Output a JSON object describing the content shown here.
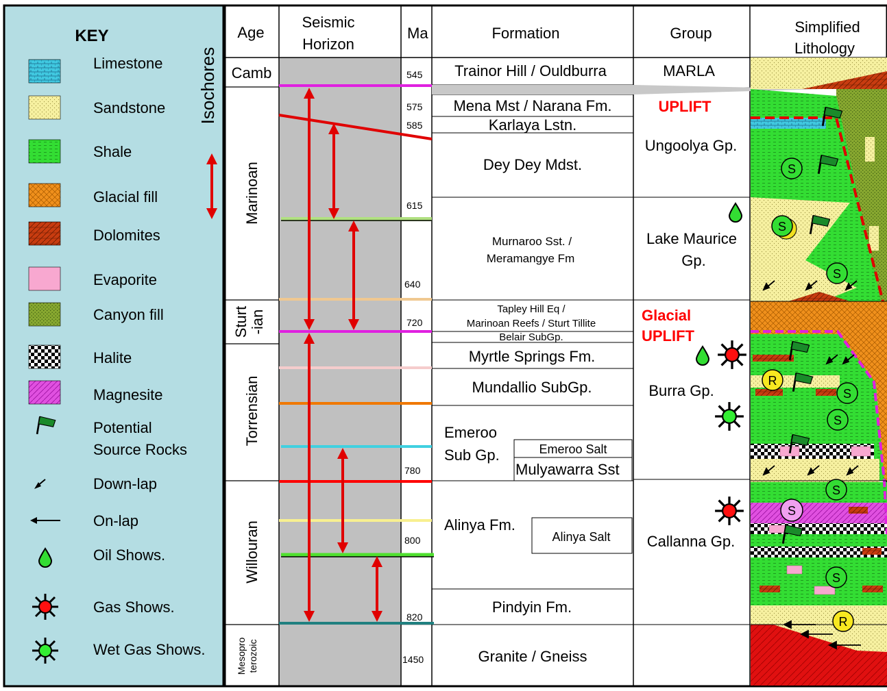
{
  "key": {
    "title": "KEY",
    "isochores_label": "Isochores",
    "items": [
      {
        "label": "Limestone",
        "icon": "limestone-swatch"
      },
      {
        "label": "Sandstone",
        "icon": "sandstone-swatch"
      },
      {
        "label": "Shale",
        "icon": "shale-swatch"
      },
      {
        "label": "Glacial fill",
        "icon": "glacial-fill-swatch"
      },
      {
        "label": "Dolomites",
        "icon": "dolomites-swatch"
      },
      {
        "label": "Evaporite",
        "icon": "evaporite-swatch"
      },
      {
        "label": "Canyon fill",
        "icon": "canyon-fill-swatch"
      },
      {
        "label": "Halite",
        "icon": "halite-swatch"
      },
      {
        "label": "Magnesite",
        "icon": "magnesite-swatch"
      },
      {
        "label_line1": "Potential",
        "label_line2": "Source Rocks",
        "icon": "flag-icon"
      },
      {
        "label": "Down-lap",
        "icon": "downlap-arrow-icon"
      },
      {
        "label": "On-lap",
        "icon": "onlap-arrow-icon"
      },
      {
        "label": "Oil Shows.",
        "icon": "oil-drop-icon"
      },
      {
        "label": "Gas Shows.",
        "icon": "gas-show-icon"
      },
      {
        "label": "Wet Gas Shows.",
        "icon": "wet-gas-show-icon"
      }
    ]
  },
  "headers": {
    "age": "Age",
    "seismic_line1": "Seismic",
    "seismic_line2": "Horizon",
    "ma": "Ma",
    "formation": "Formation",
    "group": "Group",
    "lith_line1": "Simplified",
    "lith_line2": "Lithology"
  },
  "ages": {
    "camb": "Camb",
    "marinoan": "Marinoan",
    "sturt_line1": "Sturt",
    "sturt_line2": "-ian",
    "torrensian": "Torrensian",
    "willouran": "Willouran",
    "meso_line1": "Mesopro",
    "meso_line2": "terozoic"
  },
  "ma_values": [
    "545",
    "575",
    "585",
    "615",
    "640",
    "720",
    "780",
    "800",
    "820",
    "1450"
  ],
  "formations": {
    "trainor": "Trainor Hill / Ouldburra",
    "mena": "Mena Mst / Narana Fm.",
    "karlaya": "Karlaya Lstn.",
    "deydey": "Dey Dey Mdst.",
    "murnaroo_line1": "Murnaroo Sst. /",
    "murnaroo_line2": "Meramangye Fm",
    "tapley_line1": "Tapley Hill Eq /",
    "tapley_line2": "Marinoan Reefs / Sturt Tillite",
    "belair": "Belair SubGp.",
    "myrtle": "Myrtle Springs Fm.",
    "mundallio": "Mundallio SubGp.",
    "emeroo_line1": "Emeroo",
    "emeroo_line2": "Sub Gp.",
    "emeroo_salt": "Emeroo Salt",
    "mulyawarra": "Mulyawarra Sst",
    "alinya": "Alinya Fm.",
    "alinya_salt": "Alinya Salt",
    "pindyin": "Pindyin Fm.",
    "granite": "Granite / Gneiss"
  },
  "groups": {
    "marla": "MARLA",
    "uplift": "UPLIFT",
    "ungoolya": "Ungoolya Gp.",
    "lake_line1": "Lake Maurice",
    "lake_line2": "Gp.",
    "glacial_line1": "Glacial",
    "glacial_line2": "UPLIFT",
    "burra": "Burra Gp.",
    "callanna": "Callanna Gp."
  },
  "badges": {
    "source": "S",
    "reservoir": "R"
  },
  "colors": {
    "key_bg": "#b4dde3",
    "seismic_bg": "#c0c0c0",
    "uplift_red": "#ff0000",
    "isochore_arrow": "#e00000",
    "horizon_magenta": "#e020e0",
    "horizon_green": "#b0e080",
    "horizon_tan": "#f0c890",
    "horizon_pink": "#f5cccc",
    "horizon_orange": "#f07800",
    "horizon_cyan": "#40d0e0",
    "horizon_red": "#ff0000",
    "horizon_yellow": "#f8f090",
    "horizon_lime": "#50e030",
    "horizon_teal": "#208080",
    "shale": "#33dd33",
    "sandstone": "#f6f0a0",
    "limestone": "#40c8e0",
    "glacial": "#f0901c",
    "dolomite": "#c83c10",
    "canyon": "#88a830",
    "evaporite": "#f8a8d0",
    "magnesite": "#e050e0",
    "flag": "#1a8a2a"
  }
}
